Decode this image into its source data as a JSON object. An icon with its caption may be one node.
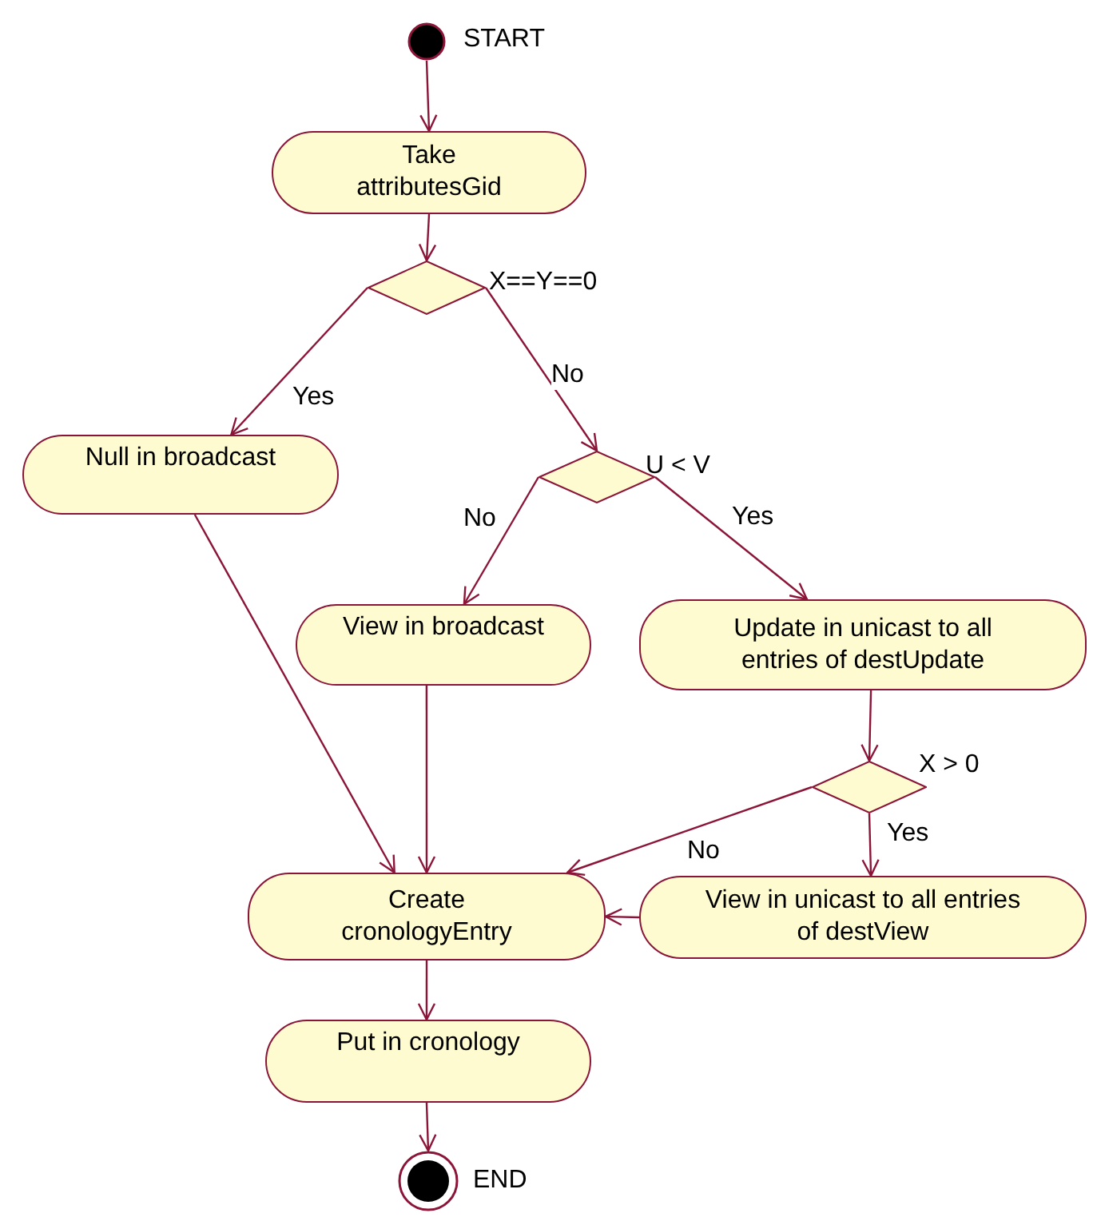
{
  "diagram": {
    "nodes": [
      {
        "text": [],
        "shape": "circle",
        "beside": [
          "START"
        ]
      },
      {
        "text": [
          "Take attributesGid"
        ]
      },
      {
        "text": [],
        "shape": "diamond",
        "beside": [
          "X==Y==0"
        ]
      },
      {
        "text": [
          "Null in broadcast"
        ]
      },
      {
        "text": [],
        "shape": "diamond",
        "beside": [
          "U < V"
        ]
      },
      {
        "text": [
          "View in broadcast"
        ]
      },
      {
        "text": [
          "Update in unicast to all entries of destUpdate"
        ]
      },
      {
        "text": [],
        "shape": "diamond",
        "beside": [
          "X > 0"
        ]
      },
      {
        "text": [
          "Create cronologyEntry"
        ]
      },
      {
        "text": [
          "View in unicast to all entries of destView"
        ]
      },
      {
        "text": [
          "Put in cronology"
        ]
      },
      {
        "text": [],
        "shape": "bullseye",
        "beside": [
          "END"
        ]
      }
    ],
    "edges": [
      {
        "from": 0,
        "to": 1,
        "arrow": "to"
      },
      {
        "from": 1,
        "to": 2,
        "arrow": "to"
      },
      {
        "from": 2,
        "to": 3,
        "arrow": "to",
        "label": "Yes"
      },
      {
        "from": 2,
        "to": 4,
        "arrow": "to",
        "label": "No"
      },
      {
        "from": 4,
        "to": 5,
        "arrow": "to",
        "label": "No"
      },
      {
        "from": 4,
        "to": 6,
        "arrow": "to",
        "label": "Yes"
      },
      {
        "from": 3,
        "to": 8,
        "arrow": "to"
      },
      {
        "from": 5,
        "to": 8,
        "arrow": "to"
      },
      {
        "from": 6,
        "to": 7,
        "arrow": "to"
      },
      {
        "from": 7,
        "to": 8,
        "arrow": "to",
        "label": "No"
      },
      {
        "from": 7,
        "to": 9,
        "arrow": "to",
        "label": "Yes"
      },
      {
        "from": 9,
        "to": 8,
        "arrow": "to"
      },
      {
        "from": 8,
        "to": 10,
        "arrow": "to"
      },
      {
        "from": 10,
        "to": 11,
        "arrow": "to"
      }
    ]
  }
}
